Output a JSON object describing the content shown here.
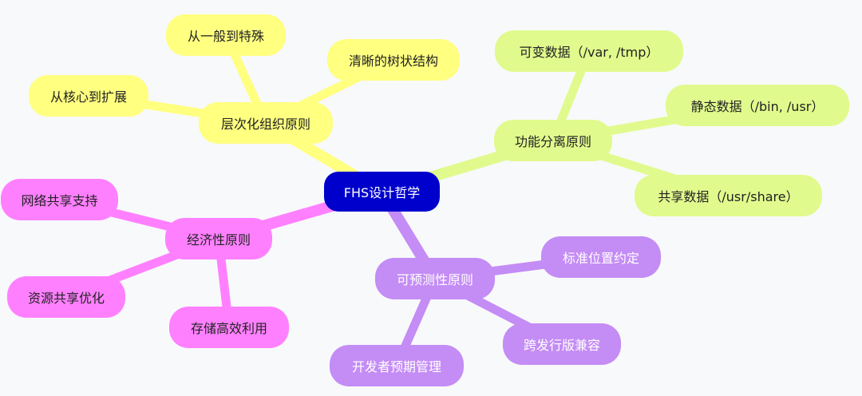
{
  "root": {
    "label": "FHS设计哲学",
    "color": "#0000cc"
  },
  "branches": [
    {
      "id": "y",
      "label": "层次化组织原则",
      "color": "#ffff80",
      "edge_color": "#ffff80",
      "children": [
        "从一般到特殊",
        "清晰的树状结构",
        "从核心到扩展"
      ]
    },
    {
      "id": "g",
      "label": "功能分离原则",
      "color": "#e1fa8d",
      "edge_color": "#e1fa8d",
      "children": [
        "可变数据（/var, /tmp）",
        "静态数据（/bin, /usr）",
        "共享数据（/usr/share）"
      ]
    },
    {
      "id": "m",
      "label": "经济性原则",
      "color": "#ff80ff",
      "edge_color": "#ff80ff",
      "children": [
        "网络共享支持",
        "资源共享优化",
        "存储高效利用"
      ]
    },
    {
      "id": "p",
      "label": "可预测性原则",
      "color": "#c48cf5",
      "edge_color": "#c48cf5",
      "children": [
        "标准位置约定",
        "跨发行版兼容",
        "开发者预期管理"
      ],
      "text_color": "#ffffff"
    }
  ]
}
